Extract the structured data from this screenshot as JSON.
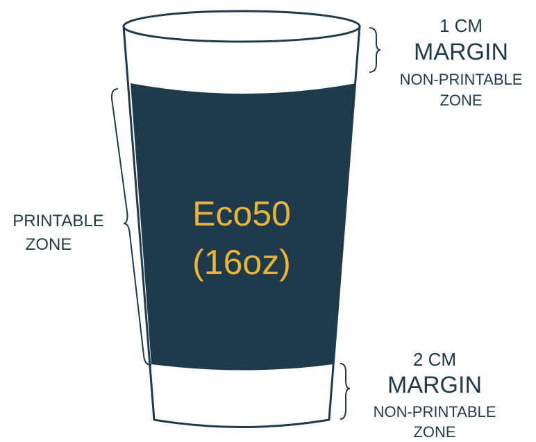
{
  "colors": {
    "cup_outline": "#1f3a4a",
    "sleeve": "#1f3a4a",
    "cup_body": "#ffffff",
    "product_text": "#e6b53a",
    "label_text": "#1f3a4a"
  },
  "product": {
    "name": "Eco50",
    "size": "(16oz)"
  },
  "top_margin": {
    "line1": "1 CM",
    "line2": "MARGIN",
    "line3": "NON-PRINTABLE",
    "line4": "ZONE"
  },
  "bottom_margin": {
    "line1": "2 CM",
    "line2": "MARGIN",
    "line3": "NON-PRINTABLE",
    "line4": "ZONE"
  },
  "printable_zone": {
    "line1": "PRINTABLE",
    "line2": "ZONE"
  }
}
